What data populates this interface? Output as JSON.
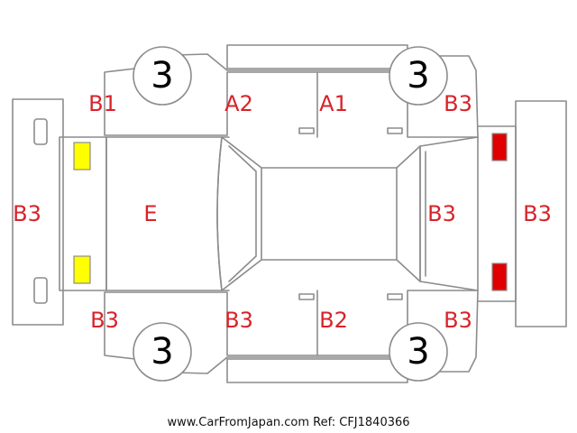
{
  "colors": {
    "label": "#d8232a",
    "outline": "#8c8c8c",
    "front_lamp": "#ffff00",
    "rear_lamp": "#e00000"
  },
  "tires": {
    "front_left": "3",
    "front_right": "3",
    "rear_left": "3",
    "rear_right": "3"
  },
  "labels": {
    "front_fender_left": "B1",
    "front_door_left": "A2",
    "rear_door_left": "A1",
    "rear_quarter_left": "B3",
    "front_bumper": "B3",
    "hood": "E",
    "tailgate": "B3",
    "rear_bumper": "B3",
    "front_fender_right": "B3",
    "front_door_right": "B3",
    "rear_door_right": "B2",
    "rear_quarter_right": "B3"
  },
  "footer": "www.CarFromJapan.com Ref: CFJ1840366"
}
